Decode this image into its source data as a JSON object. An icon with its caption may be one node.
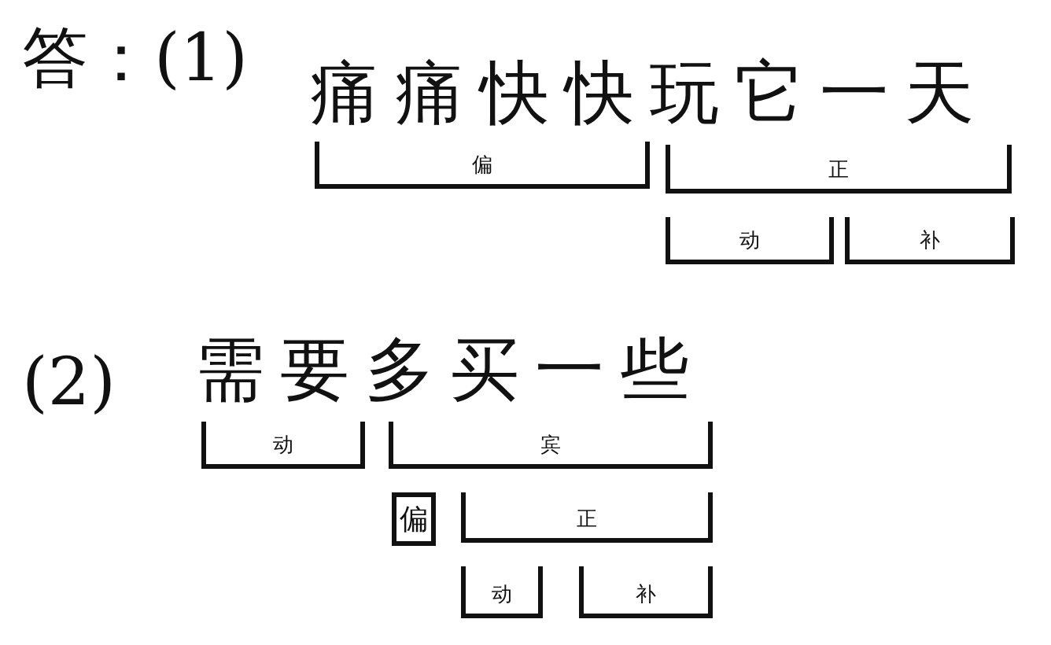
{
  "diagram": {
    "labels": [
      "答：(1)",
      "痛痛快快玩它一天",
      "偏",
      "正",
      "动",
      "补",
      "(2)",
      "需要多买一些",
      "动",
      "宾",
      "偏",
      "正",
      "动",
      "补"
    ]
  }
}
